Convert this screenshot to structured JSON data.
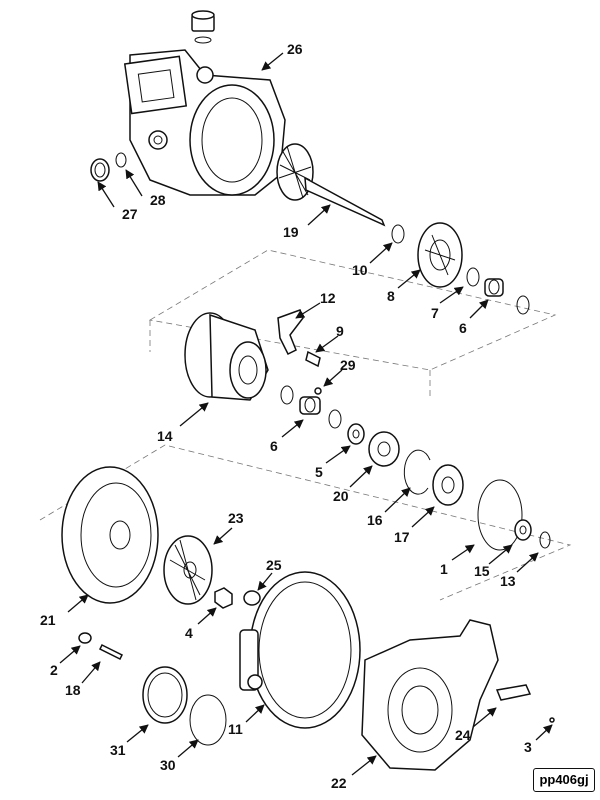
{
  "drawing_code": "pp406gj",
  "callouts": {
    "c1": "1",
    "c2": "2",
    "c3": "3",
    "c4": "4",
    "c5": "5",
    "c6a": "6",
    "c6b": "6",
    "c7": "7",
    "c8": "8",
    "c9": "9",
    "c10": "10",
    "c11": "11",
    "c12": "12",
    "c13": "13",
    "c14": "14",
    "c15": "15",
    "c16": "16",
    "c17": "17",
    "c18": "18",
    "c19": "19",
    "c20": "20",
    "c21": "21",
    "c22": "22",
    "c23": "23",
    "c24": "24",
    "c25": "25",
    "c26": "26",
    "c27": "27",
    "c28": "28",
    "c29": "29",
    "c30": "30",
    "c31": "31"
  }
}
